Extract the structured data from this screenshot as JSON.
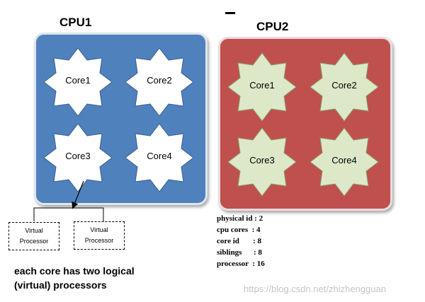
{
  "cpu1": {
    "title": "CPU1",
    "box_color": "#4f81bd",
    "core_fill": "#ffffff",
    "cores": [
      "Core1",
      "Core2",
      "Core3",
      "Core4"
    ]
  },
  "cpu2": {
    "title": "CPU2",
    "box_color": "#c0504d",
    "core_fill": "#dde8c8",
    "cores": [
      "Core1",
      "Core2",
      "Core3",
      "Core4"
    ]
  },
  "virtual_processors": [
    {
      "line1": "Virtual",
      "line2": "Processor"
    },
    {
      "line1": "Virtual",
      "line2": "Processor"
    }
  ],
  "info_lines": [
    "physical id : 2",
    "cpu cores  : 4",
    "core id       : 8",
    "siblings      : 8",
    "processor  : 16"
  ],
  "caption": {
    "line1": "each core has two logical",
    "line2": "(virtual)  processors"
  },
  "watermark": "https://blog.csdn.net/zhizhengguan"
}
